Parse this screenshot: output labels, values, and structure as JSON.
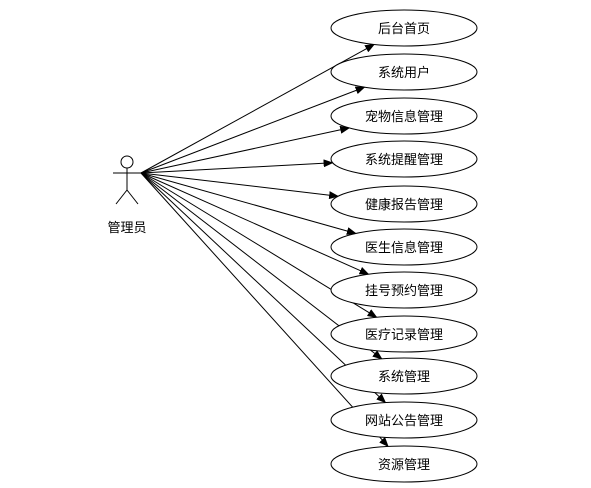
{
  "actor": {
    "label": "管理员"
  },
  "use_cases": [
    {
      "label": "后台首页"
    },
    {
      "label": "系统用户"
    },
    {
      "label": "宠物信息管理"
    },
    {
      "label": "系统提醒管理"
    },
    {
      "label": "健康报告管理"
    },
    {
      "label": "医生信息管理"
    },
    {
      "label": "挂号预约管理"
    },
    {
      "label": "医疗记录管理"
    },
    {
      "label": "系统管理"
    },
    {
      "label": "网站公告管理"
    },
    {
      "label": "资源管理"
    }
  ]
}
